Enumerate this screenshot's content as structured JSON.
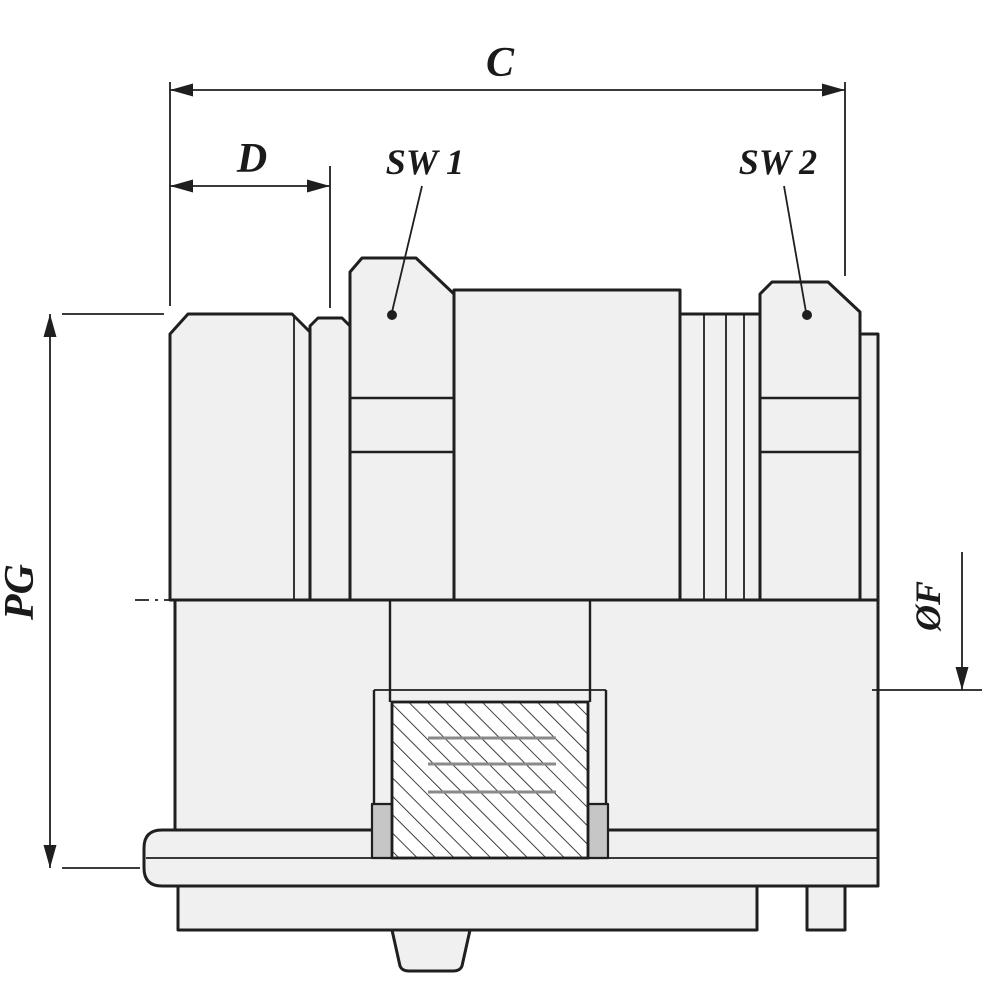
{
  "drawing": {
    "labels": {
      "dim_c": "C",
      "dim_d": "D",
      "sw1": "SW 1",
      "sw2": "SW 2",
      "pg": "PG",
      "diameter_f": "ØF"
    },
    "colors": {
      "line": "#1f1f1f",
      "metal_fill": "#f0f0f0",
      "clamp_fill": "#c6c6c6",
      "seal_lamella": "#8a8a8a",
      "background": "#ffffff"
    }
  }
}
